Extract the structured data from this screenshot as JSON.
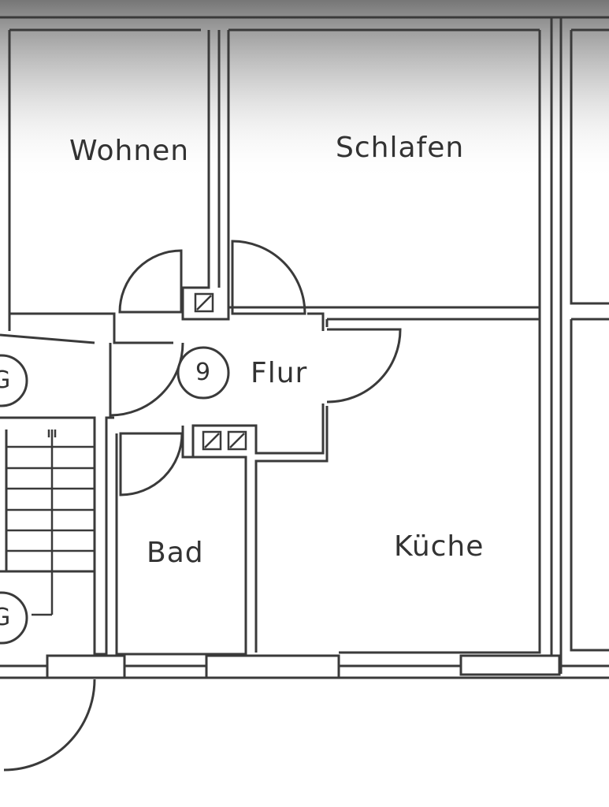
{
  "rooms": {
    "wohnen": "Wohnen",
    "schlafen": "Schlafen",
    "flur": "Flur",
    "bad": "Bad",
    "kueche": "Küche"
  },
  "markers": {
    "flur_number": "9",
    "stair_upper": "G",
    "stair_lower": "G"
  },
  "colors": {
    "wall": "#3a3a3a",
    "shade_top": "#666666",
    "background": "#ffffff"
  }
}
